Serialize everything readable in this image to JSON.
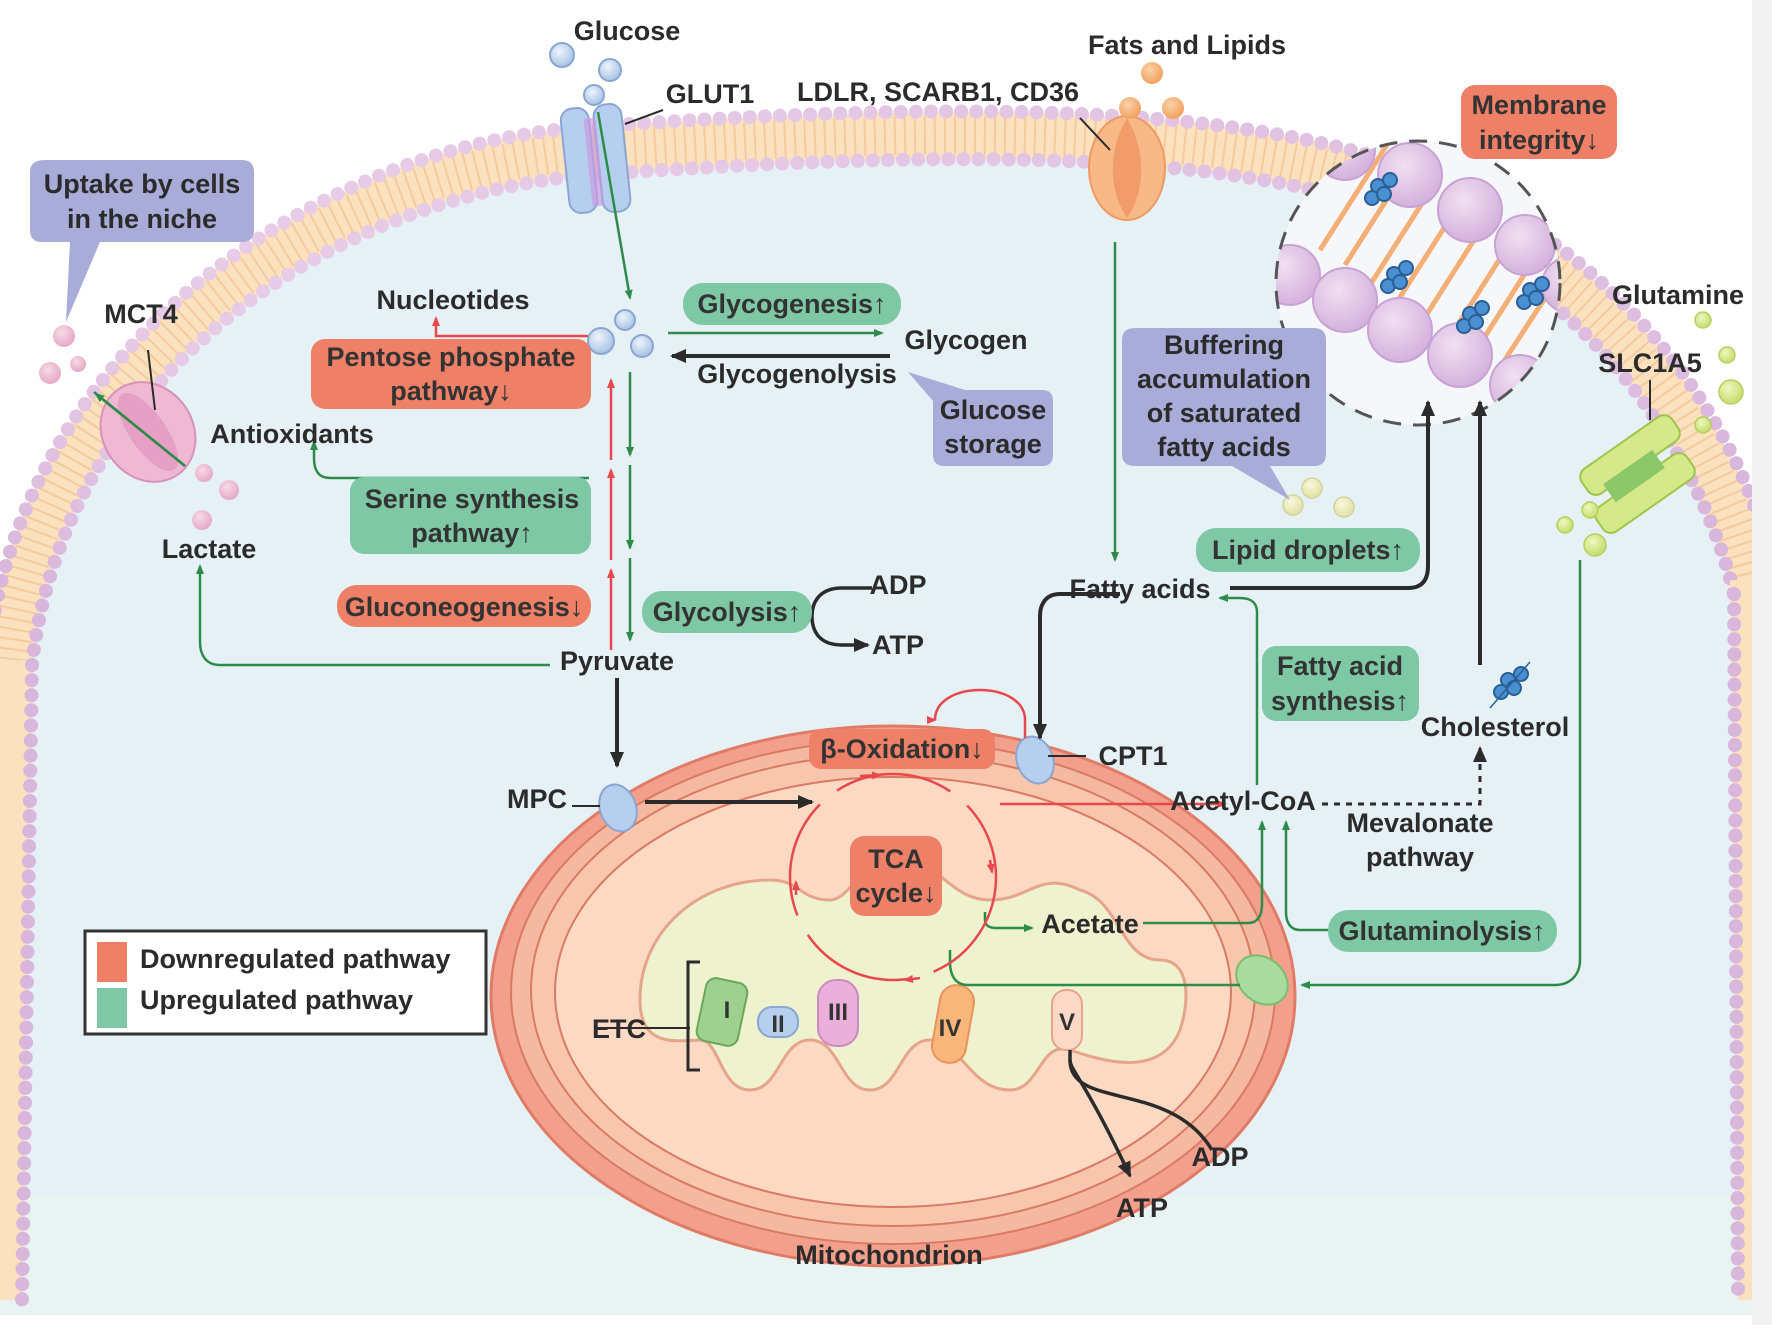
{
  "title": "Cellular metabolic reprogramming diagram",
  "colors": {
    "downregulated": "#ef8068",
    "upregulated": "#7fc8a6",
    "note_bubble": "#a9acd8",
    "arrow_green": "#2e8b4a",
    "arrow_red": "#e8474d",
    "arrow_black": "#2b2b2b",
    "cytoplasm": "#e6f1f6",
    "mito_outer": "#f4a68c",
    "mito_matrix": "#f2f5d8"
  },
  "extracellular": {
    "glucose": "Glucose",
    "glut1": "GLUT1",
    "fat_receptors": "LDLR, SCARB1, CD36",
    "fats_and_lipids": "Fats and Lipids",
    "glutamine": "Glutamine",
    "slc1a5": "SLC1A5",
    "mct4": "MCT4",
    "uptake_note": [
      "Uptake by cells",
      "in the niche"
    ]
  },
  "membrane": {
    "integrity_box": [
      "Membrane",
      "integrity"
    ],
    "integrity_trend": "down"
  },
  "cytoplasm": {
    "nucleotides": "Nucleotides",
    "antioxidants": "Antioxidants",
    "lactate": "Lactate",
    "glycogen": "Glycogen",
    "glycogenolysis": "Glycogenolysis",
    "glucose_storage": [
      "Glucose",
      "storage"
    ],
    "pyruvate": "Pyruvate",
    "adp": "ADP",
    "atp": "ATP",
    "fatty_acids": "Fatty acids",
    "buffering_note": [
      "Buffering",
      "accumulation",
      "of saturated",
      "fatty acids"
    ],
    "cholesterol": "Cholesterol",
    "acetyl_coa": "Acetyl-CoA",
    "mevalonate": [
      "Mevalonate",
      "pathway"
    ],
    "cpt1": "CPT1",
    "mpc": "MPC"
  },
  "pathways": [
    {
      "id": "pentose",
      "lines": [
        "Pentose phosphate",
        "pathway"
      ],
      "trend": "down"
    },
    {
      "id": "glycogenesis",
      "lines": [
        "Glycogenesis"
      ],
      "trend": "up"
    },
    {
      "id": "serine",
      "lines": [
        "Serine synthesis",
        "pathway"
      ],
      "trend": "up"
    },
    {
      "id": "gluconeogenesis",
      "lines": [
        "Gluconeogenesis"
      ],
      "trend": "down"
    },
    {
      "id": "glycolysis",
      "lines": [
        "Glycolysis"
      ],
      "trend": "up"
    },
    {
      "id": "lipid_droplets",
      "lines": [
        "Lipid droplets"
      ],
      "trend": "up"
    },
    {
      "id": "fa_synthesis",
      "lines": [
        "Fatty acid",
        "synthesis"
      ],
      "trend": "up"
    },
    {
      "id": "beta_oxidation",
      "lines": [
        "β-Oxidation"
      ],
      "trend": "down"
    },
    {
      "id": "tca",
      "lines": [
        "TCA",
        "cycle"
      ],
      "trend": "down"
    },
    {
      "id": "glutaminolysis",
      "lines": [
        "Glutaminolysis"
      ],
      "trend": "up"
    }
  ],
  "mitochondrion": {
    "label": "Mitochondrion",
    "acetate": "Acetate",
    "etc": "ETC",
    "complexes": [
      "I",
      "II",
      "III",
      "IV",
      "V"
    ],
    "adp": "ADP",
    "atp": "ATP"
  },
  "legend": {
    "items": [
      {
        "label": "Downregulated pathway",
        "color": "#ef8068"
      },
      {
        "label": "Upregulated pathway",
        "color": "#7fc8a6"
      }
    ]
  },
  "trend_glyphs": {
    "up": "↑",
    "down": "↓"
  }
}
